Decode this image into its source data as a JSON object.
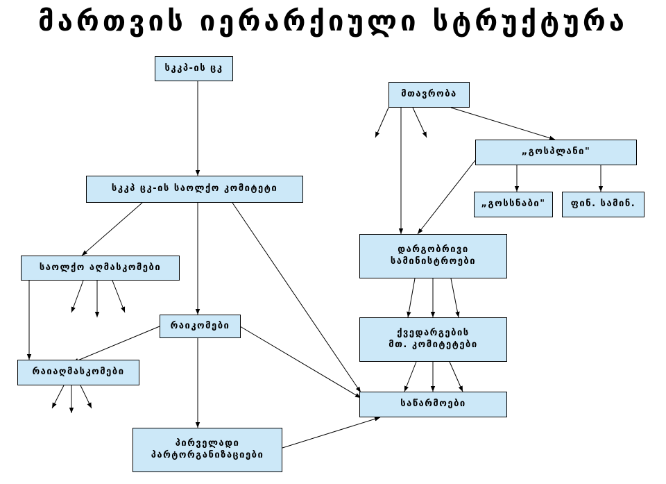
{
  "title": "მართვის იერარქიული სტრუქტურა",
  "colors": {
    "node_fill": "#cce8f8",
    "node_border": "#000000",
    "edge": "#000000",
    "text": "#000000"
  },
  "nodes": {
    "sskp_tsk": "სკკპ-ის ცკ",
    "central_committee": "სკკპ ცკ-ის საოლქო კომიტეტი",
    "oblast_committees": "საოლქო აღმასკომები",
    "raikomebi": "რაიკომები",
    "raion_committees": "რაიაღმასკომები",
    "primary_orgs": "პირველადი\nპარტორგანიზაციები",
    "government": "მთავრობა",
    "gosplan": "„გოსპლანი\"",
    "gossnab": "„გოსსნაბი\"",
    "finance_ministry": "ფინ. სამინ.",
    "branch_ministries": "დარგობრივი\nსამინისტროები",
    "branch_committees": "ქვედარგების\nმთ. კომიტეტები",
    "enterprises": "საწარმოები"
  }
}
